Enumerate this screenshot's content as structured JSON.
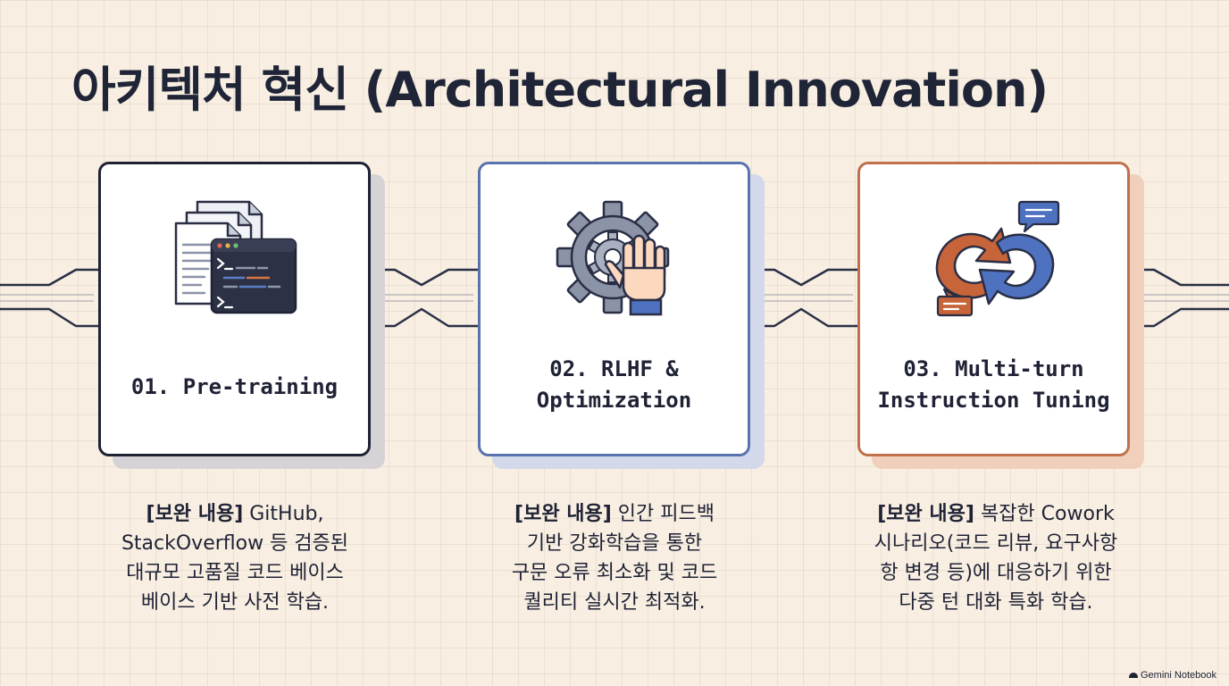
{
  "title": "아키텍처 혁신 (Architectural Innovation)",
  "cards": [
    {
      "title_lines": [
        "01. Pre-training"
      ],
      "icon": "code-documents-terminal-icon",
      "border_color": "#1f2235",
      "desc_prefix": "[보완 내용]",
      "desc_lines": [
        " GitHub,",
        "StackOverflow 등 검증된",
        "대규모 고품질 코드 베이스",
        "베이스 기반 사전 학습."
      ]
    },
    {
      "title_lines": [
        "02. RLHF &",
        "Optimization"
      ],
      "icon": "gear-hand-icon",
      "border_color": "#5873ad",
      "desc_prefix": "[보완 내용]",
      "desc_lines": [
        " 인간 피드백",
        "기반 강화학습을 통한",
        "구문 오류 최소화 및 코드",
        "퀄리티 실시간 최적화."
      ]
    },
    {
      "title_lines": [
        "03. Multi-turn",
        "Instruction Tuning"
      ],
      "icon": "conversation-cycle-icon",
      "border_color": "#c0704a",
      "desc_prefix": "[보완 내용]",
      "desc_lines": [
        " 복잡한 Cowork",
        "시나리오(코드 리뷰, 요구사항",
        "항 변경 등)에 대응하기 위한",
        "다중 턴 대화 특화 학습."
      ]
    }
  ],
  "credit": "Gemini Notebook"
}
